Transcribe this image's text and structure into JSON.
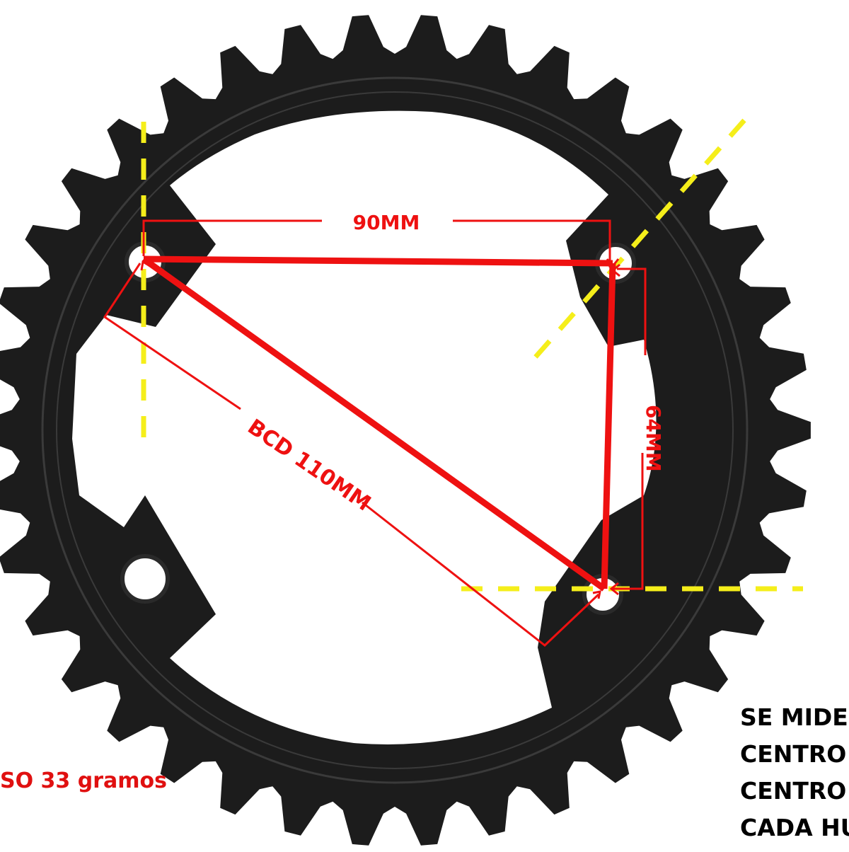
{
  "labels": {
    "dim_90": "90MM",
    "dim_64": "64MM",
    "bcd": "BCD 110MM",
    "weight": "SO 33 gramos",
    "note_lines": [
      "SE MIDE",
      "CENTRO",
      "CENTRO",
      "CADA HU"
    ]
  },
  "colors": {
    "chainring": "#1c1c1c",
    "chainring_edge": "#3a3a3a",
    "measure": "#ee1111",
    "guide": "#f5ee1a",
    "note_text": "#000000",
    "weight_text": "#e01010"
  },
  "icons": {
    "part": "chainring-icon"
  }
}
